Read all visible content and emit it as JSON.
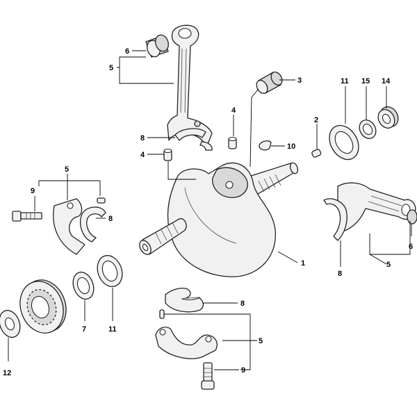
{
  "callouts": [
    {
      "id": "c1",
      "text": "1"
    },
    {
      "id": "c2",
      "text": "2"
    },
    {
      "id": "c3",
      "text": "3"
    },
    {
      "id": "c4a",
      "text": "4"
    },
    {
      "id": "c4b",
      "text": "4"
    },
    {
      "id": "c5a",
      "text": "5"
    },
    {
      "id": "c5b",
      "text": "5"
    },
    {
      "id": "c5c",
      "text": "5"
    },
    {
      "id": "c5d",
      "text": "5"
    },
    {
      "id": "c6a",
      "text": "6"
    },
    {
      "id": "c6b",
      "text": "6"
    },
    {
      "id": "c7",
      "text": "7"
    },
    {
      "id": "c8a",
      "text": "8"
    },
    {
      "id": "c8b",
      "text": "8"
    },
    {
      "id": "c8c",
      "text": "8"
    },
    {
      "id": "c8d",
      "text": "8"
    },
    {
      "id": "c9a",
      "text": "9"
    },
    {
      "id": "c9b",
      "text": "9"
    },
    {
      "id": "c10",
      "text": "10"
    },
    {
      "id": "c11a",
      "text": "11"
    },
    {
      "id": "c11b",
      "text": "11"
    },
    {
      "id": "c12",
      "text": "12"
    },
    {
      "id": "c14",
      "text": "14"
    },
    {
      "id": "c15",
      "text": "15"
    }
  ]
}
